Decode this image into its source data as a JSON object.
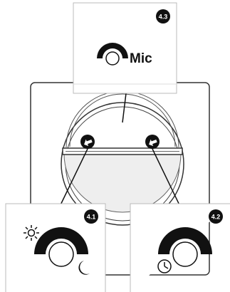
{
  "panels": {
    "top": {
      "badge": "4.3",
      "label": "Mic",
      "icon": "mic-knob-icon"
    },
    "left": {
      "badge": "4.1",
      "icons": [
        "sun-icon",
        "brightness-knob-icon",
        "moon-icon"
      ]
    },
    "right": {
      "badge": "4.2",
      "icons": [
        "clock-icon",
        "timer-knob-icon"
      ]
    }
  },
  "device": {
    "icon": "round-device-icon",
    "markers": [
      "arrow-marker-left-icon",
      "arrow-marker-right-icon"
    ]
  },
  "colors": {
    "ink": "#111111",
    "frame": "#333333",
    "panel_border": "#bbbbbb",
    "device_fill": "#f0f0f0"
  }
}
